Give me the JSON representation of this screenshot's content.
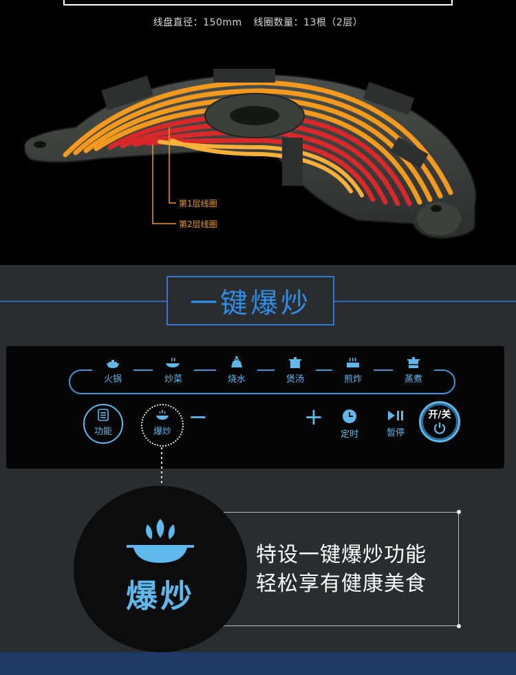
{
  "specs": {
    "diameter": "线盘直径：150mm",
    "coil_count": "线圈数量：13根（2层）"
  },
  "coil_labels": {
    "layer1": "第1层线圈",
    "layer2": "第2层线圈"
  },
  "section_title": "一键爆炒",
  "modes": [
    {
      "label": "火锅",
      "icon": "hotpot-icon"
    },
    {
      "label": "炒菜",
      "icon": "wok-icon"
    },
    {
      "label": "烧水",
      "icon": "kettle-icon"
    },
    {
      "label": "煲汤",
      "icon": "soup-pot-icon"
    },
    {
      "label": "煎炸",
      "icon": "fry-pan-icon"
    },
    {
      "label": "蒸煮",
      "icon": "steamer-icon"
    }
  ],
  "controls": {
    "function": "功能",
    "stir_fry": "爆炒",
    "minus": "−",
    "plus": "+",
    "timer": "定时",
    "pause": "暂停",
    "power": "开/关"
  },
  "feature": {
    "label": "爆炒",
    "line1": "特设一键爆炒功能",
    "line2": "轻松享有健康美食"
  },
  "colors": {
    "accent": "#2e8ee6",
    "panel_icon": "#5fb8ec",
    "coil_red": "#d8282a",
    "coil_orange": "#f39a1e"
  }
}
